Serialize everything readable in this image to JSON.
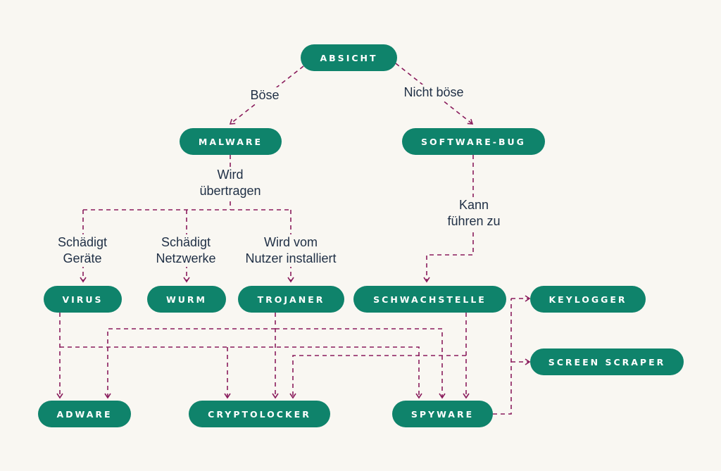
{
  "colors": {
    "background": "#f9f7f2",
    "node_fill": "#0f836b",
    "node_text": "#ffffff",
    "arrow": "#8a1c5c",
    "label_text": "#1f2f45"
  },
  "nodes": {
    "absicht": "ABSICHT",
    "malware": "MALWARE",
    "software_bug": "SOFTWARE-BUG",
    "virus": "VIRUS",
    "wurm": "WURM",
    "trojaner": "TROJANER",
    "schwachstelle": "SCHWACHSTELLE",
    "keylogger": "KEYLOGGER",
    "screen_scraper": "SCREEN SCRAPER",
    "adware": "ADWARE",
    "cryptolocker": "CRYPTOLOCKER",
    "spyware": "SPYWARE"
  },
  "labels": {
    "boese": "Böse",
    "nicht_boese": "Nicht böse",
    "wird_uebertragen": "Wird\nübertragen",
    "kann_fuehren_zu": "Kann\nführen zu",
    "schaedigt_geraete": "Schädigt\nGeräte",
    "schaedigt_netzwerke": "Schädigt\nNetzwerke",
    "wird_vom_nutzer": "Wird vom\nNutzer installiert"
  }
}
